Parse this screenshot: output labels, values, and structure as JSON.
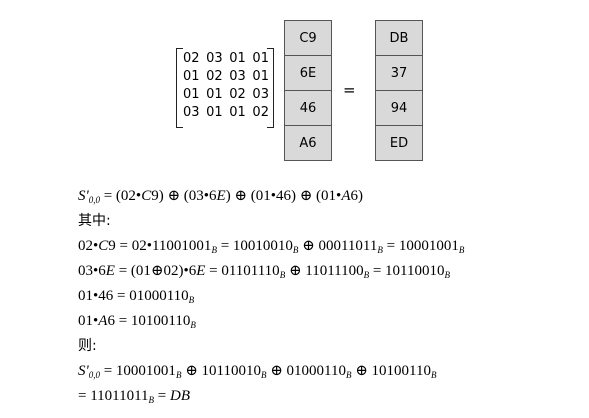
{
  "matrix": {
    "rows": [
      [
        "02",
        "03",
        "01",
        "01"
      ],
      [
        "01",
        "02",
        "03",
        "01"
      ],
      [
        "01",
        "01",
        "02",
        "03"
      ],
      [
        "03",
        "01",
        "01",
        "02"
      ]
    ]
  },
  "input_column": [
    "C9",
    "6E",
    "46",
    "A6"
  ],
  "equals": "=",
  "output_column": [
    "DB",
    "37",
    "94",
    "ED"
  ],
  "lines": [
    "S'0,0 = (02•C9) ⊕ (03•6E) ⊕ (01•46) ⊕ (01•A6)",
    "其中:",
    "02•C9 = 02•11001001B = 10010010B ⊕ 00011011B = 10001001B",
    "03•6E = (01⊕02)•6E = 01101110B ⊕ 11011100B = 10110010B",
    "01•46 = 01000110B",
    "01•A6 = 10100110B",
    "则:",
    "S'0,0 = 10001001B ⊕ 10110010B ⊕ 01000110B ⊕ 10100110B",
    "= 11011011B = DB"
  ]
}
